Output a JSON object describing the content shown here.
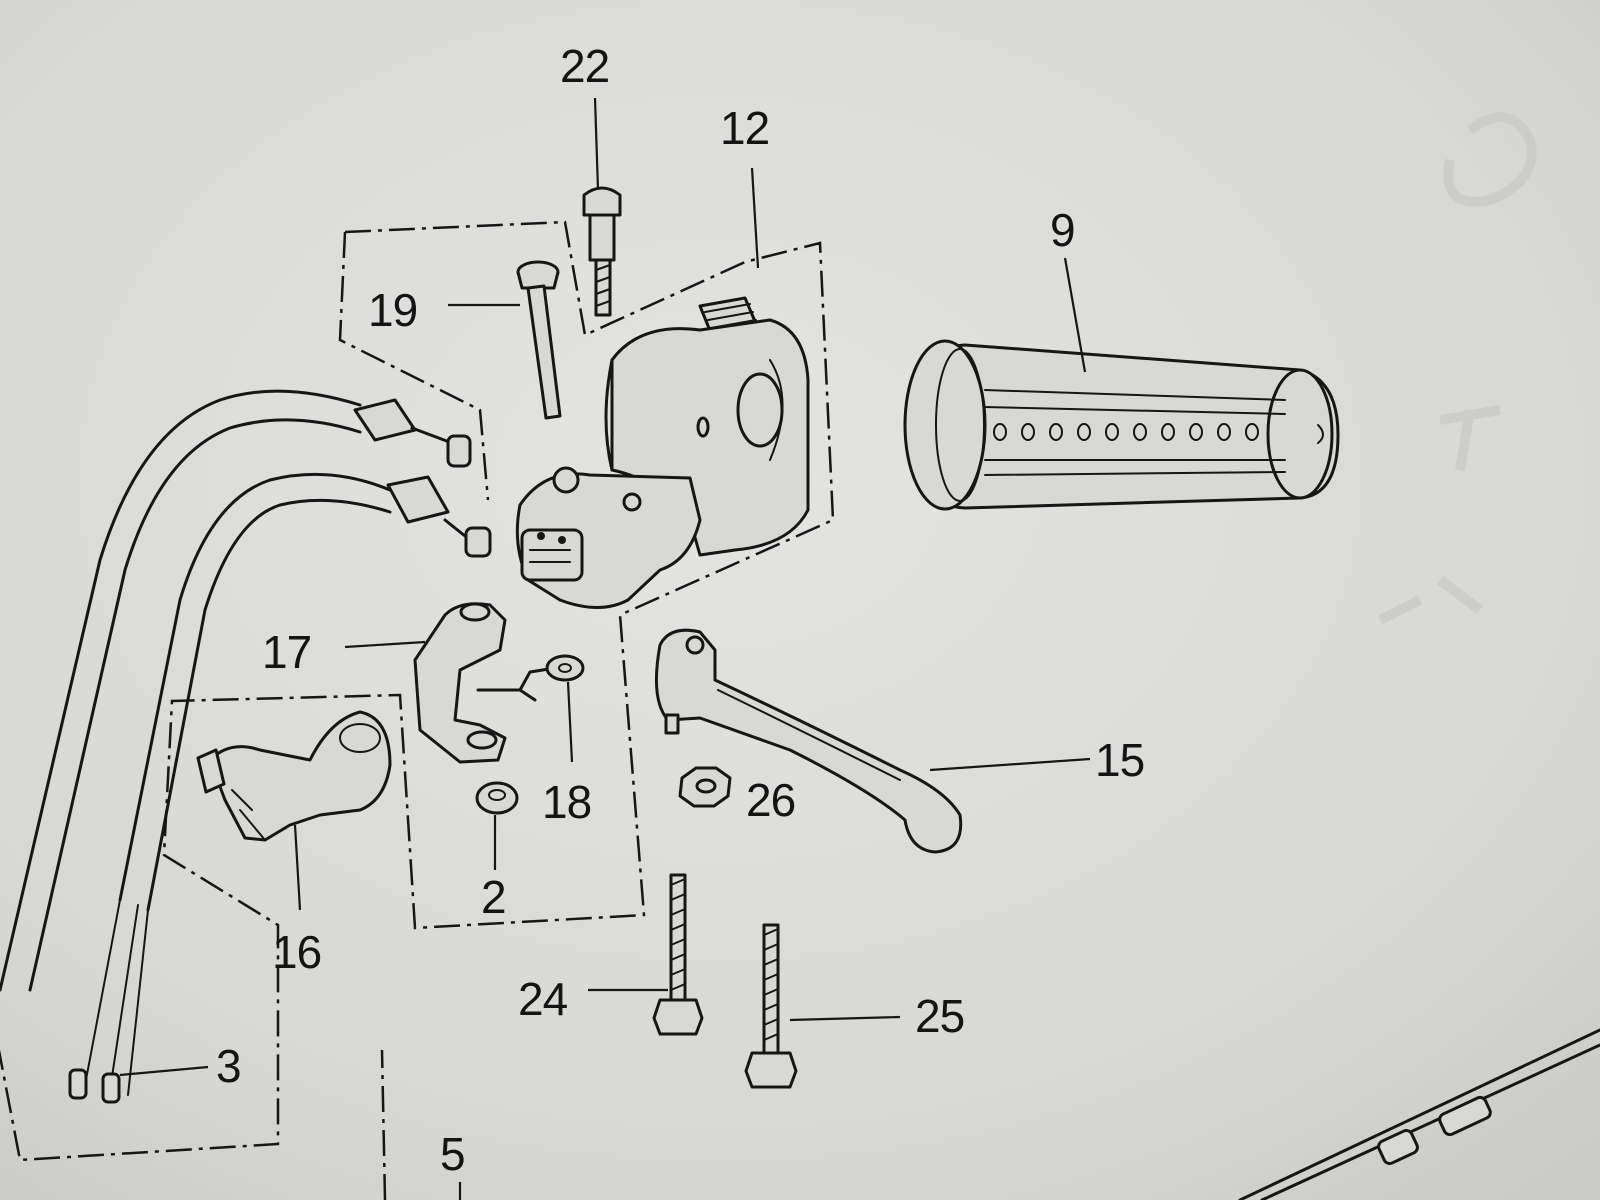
{
  "diagram": {
    "callouts": [
      {
        "id": "p22",
        "label": "22"
      },
      {
        "id": "p12",
        "label": "12"
      },
      {
        "id": "p9",
        "label": "9"
      },
      {
        "id": "p19",
        "label": "19"
      },
      {
        "id": "p17",
        "label": "17"
      },
      {
        "id": "p18",
        "label": "18"
      },
      {
        "id": "p26",
        "label": "26"
      },
      {
        "id": "p15",
        "label": "15"
      },
      {
        "id": "p2",
        "label": "2"
      },
      {
        "id": "p16",
        "label": "16"
      },
      {
        "id": "p24",
        "label": "24"
      },
      {
        "id": "p25",
        "label": "25"
      },
      {
        "id": "p3",
        "label": "3"
      },
      {
        "id": "p5",
        "label": "5"
      }
    ]
  },
  "colors": {
    "paper": "#d9d9d7",
    "ink": "#161616"
  }
}
